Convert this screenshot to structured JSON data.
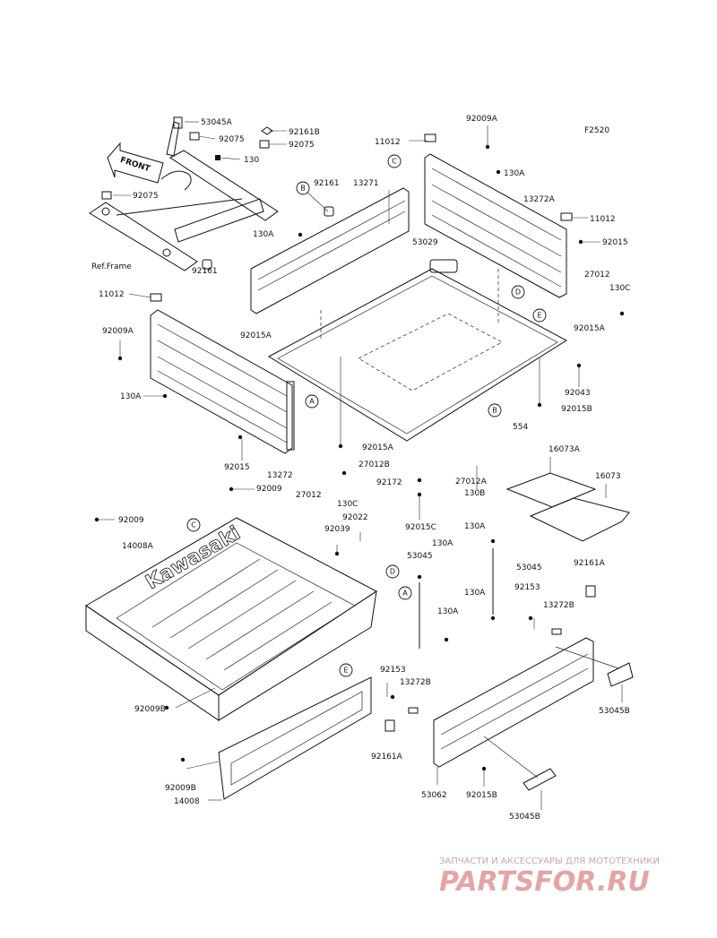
{
  "diagram_code": "F2520",
  "front_arrow": "FRONT",
  "ref_frame": "Ref.Frame",
  "brand_text": "Kawasaki",
  "callouts": {
    "53045A": "53045A",
    "92075_1": "92075",
    "92075_2": "92075",
    "92075_3": "92075",
    "92161B": "92161B",
    "130": "130",
    "92161_1": "92161",
    "92161_2": "92161",
    "13271": "13271",
    "130A_1": "130A",
    "130A_2": "130A",
    "130A_3": "130A",
    "130A_4": "130A",
    "130A_5": "130A",
    "130A_6": "130A",
    "11012_1": "11012",
    "11012_2": "11012",
    "11012_3": "11012",
    "92009A_1": "92009A",
    "92009A_2": "92009A",
    "53029": "53029",
    "13272A": "13272A",
    "92015_1": "92015",
    "92015_2": "92015",
    "27012_1": "27012",
    "27012_2": "27012",
    "130C_1": "130C",
    "130C_2": "130C",
    "92015A_1": "92015A",
    "92015A_2": "92015A",
    "92015A_3": "92015A",
    "92043": "92043",
    "92015B_1": "92015B",
    "92015B_2": "92015B",
    "554": "554",
    "13272": "13272",
    "27012B": "27012B",
    "92172": "92172",
    "27012A": "27012A",
    "130B": "130B",
    "16073A": "16073A",
    "16073": "16073",
    "92009_1": "92009",
    "92009_2": "92009",
    "92022": "92022",
    "92039": "92039",
    "92015C": "92015C",
    "14008A": "14008A",
    "53045_1": "53045",
    "53045_2": "53045",
    "92161A_1": "92161A",
    "92161A_2": "92161A",
    "92153_1": "92153",
    "92153_2": "92153",
    "13272B_1": "13272B",
    "13272B_2": "13272B",
    "53045B_1": "53045B",
    "53045B_2": "53045B",
    "92009B_1": "92009B",
    "92009B_2": "92009B",
    "14008": "14008",
    "53062": "53062"
  },
  "markers": [
    "A",
    "B",
    "C",
    "D",
    "E"
  ],
  "watermark": {
    "line1": "ЗАПЧАСТИ И АКСЕССУАРЫ ДЛЯ МОТОТЕХНИКИ",
    "line2": "PARTSFOR.RU"
  }
}
